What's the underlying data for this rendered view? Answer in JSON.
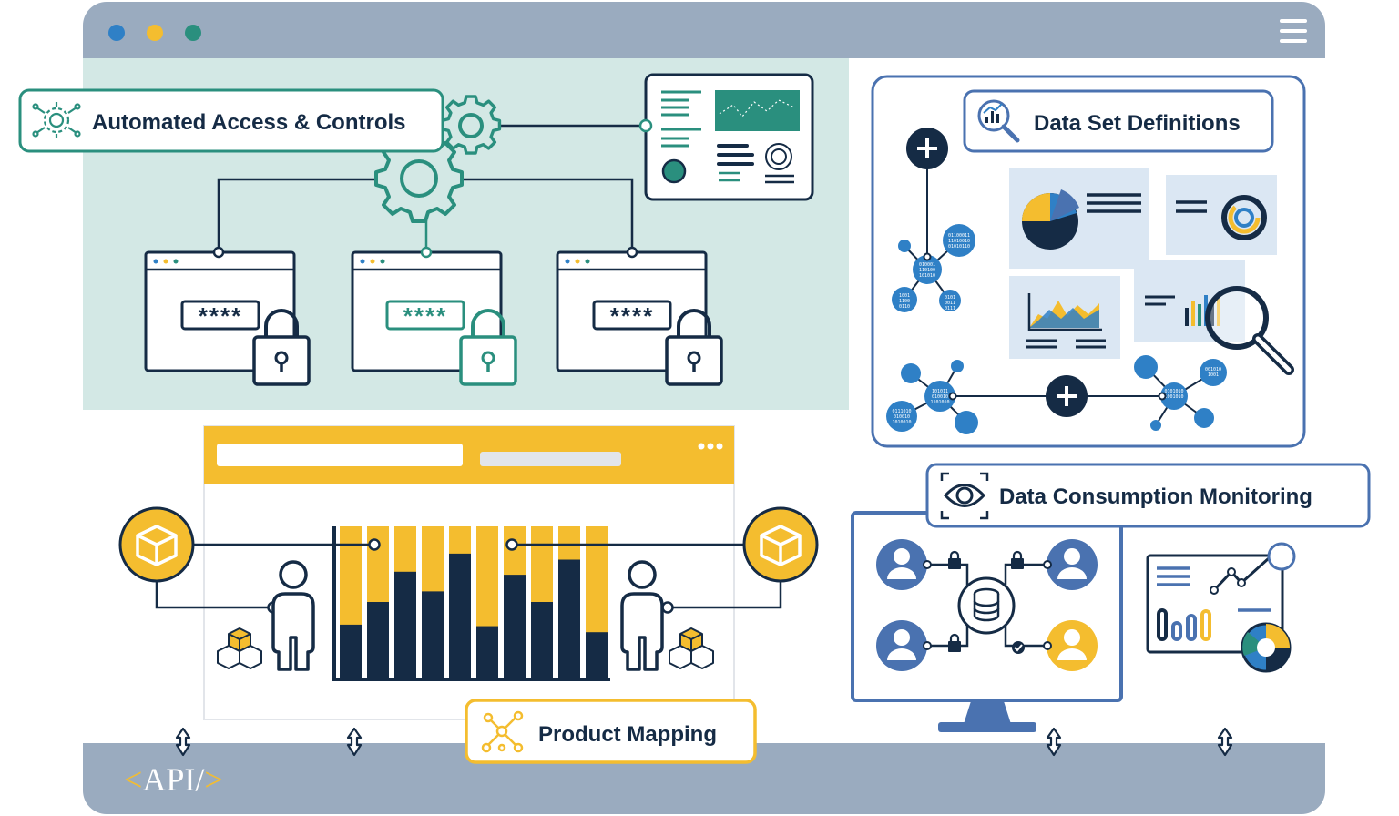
{
  "window": {
    "control_dots": [
      "#2f80c6",
      "#f4bd2f",
      "#2a8f7e"
    ],
    "menu_icon": "hamburger-menu-icon"
  },
  "colors": {
    "frame": "#9aabbf",
    "teal": "#2a8f7e",
    "teal_bg": "#d3e8e5",
    "navy": "#152b45",
    "yellow": "#f4bd2f",
    "blue": "#2f80c6",
    "light_blue": "#dbe7f3",
    "outline_blue": "#4a72b0"
  },
  "labels": {
    "access": "Automated Access & Controls",
    "datasets": "Data Set Definitions",
    "monitoring": "Data Consumption Monitoring",
    "mapping": "Product Mapping",
    "api": "<API/>"
  },
  "password_mask": "****",
  "binary_snippets": [
    "01100011",
    "11010010",
    "01010110",
    "010001",
    "110100",
    "101010",
    "1001",
    "1100",
    "0110",
    "0101",
    "0011",
    "0111",
    "101011",
    "010010",
    "1101010",
    "0111010",
    "010010",
    "1010010",
    "0101010",
    "1001010",
    "001010",
    "1001"
  ],
  "mapping_chart": {
    "type": "bar",
    "stack_colors": [
      "#152b45",
      "#f4bd2f"
    ],
    "navy_fraction": [
      0.35,
      0.5,
      0.7,
      0.57,
      0.82,
      0.34,
      0.68,
      0.5,
      0.78,
      0.3
    ]
  }
}
